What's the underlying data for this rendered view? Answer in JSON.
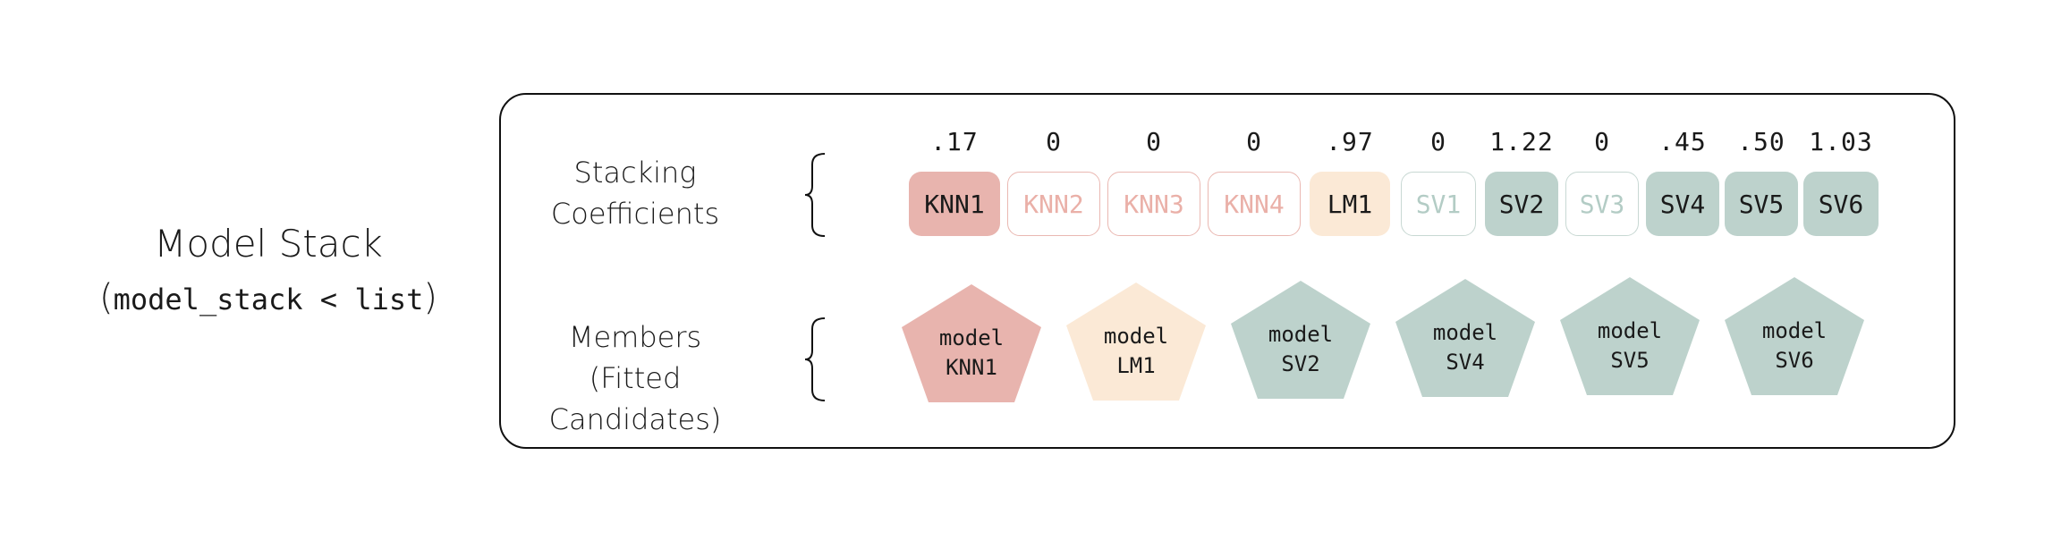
{
  "model_stack": {
    "title": "Model Stack",
    "subtitle_open": "(",
    "subtitle_code": "model_stack < list",
    "subtitle_close": ")"
  },
  "coefficients_section": {
    "label_line1": "Stacking",
    "label_line2": "Coefficients",
    "candidates": [
      {
        "name": "KNN1",
        "coefficient": ".17",
        "family": "knn",
        "active": true
      },
      {
        "name": "KNN2",
        "coefficient": "0",
        "family": "knn",
        "active": false
      },
      {
        "name": "KNN3",
        "coefficient": "0",
        "family": "knn",
        "active": false
      },
      {
        "name": "KNN4",
        "coefficient": "0",
        "family": "knn",
        "active": false
      },
      {
        "name": "LM1",
        "coefficient": ".97",
        "family": "lm",
        "active": true
      },
      {
        "name": "SV1",
        "coefficient": "0",
        "family": "sv",
        "active": false
      },
      {
        "name": "SV2",
        "coefficient": "1.22",
        "family": "sv",
        "active": true
      },
      {
        "name": "SV3",
        "coefficient": "0",
        "family": "sv",
        "active": false
      },
      {
        "name": "SV4",
        "coefficient": ".45",
        "family": "sv",
        "active": true
      },
      {
        "name": "SV5",
        "coefficient": ".50",
        "family": "sv",
        "active": true
      },
      {
        "name": "SV6",
        "coefficient": "1.03",
        "family": "sv",
        "active": true
      }
    ]
  },
  "members_section": {
    "label_line1": "Members",
    "label_line2": "(Fitted Candidates)",
    "members": [
      {
        "line1": "model",
        "line2": "KNN1",
        "family": "knn"
      },
      {
        "line1": "model",
        "line2": "LM1",
        "family": "lm"
      },
      {
        "line1": "model",
        "line2": "SV2",
        "family": "sv"
      },
      {
        "line1": "model",
        "line2": "SV4",
        "family": "sv"
      },
      {
        "line1": "model",
        "line2": "SV5",
        "family": "sv"
      },
      {
        "line1": "model",
        "line2": "SV6",
        "family": "sv"
      }
    ]
  },
  "colors": {
    "knn": "#e8b4ae",
    "lm": "#fbe9d6",
    "sv": "#bdd2cc",
    "frame": "#111111"
  }
}
